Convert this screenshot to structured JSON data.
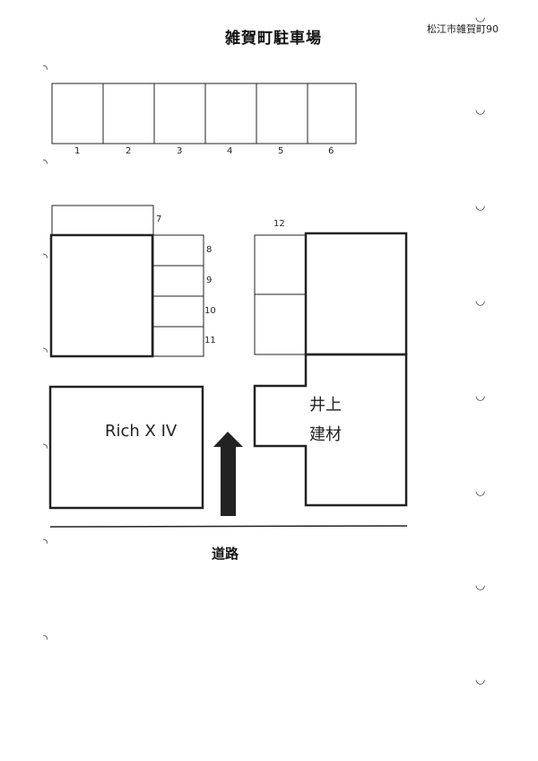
{
  "header": {
    "title": "雑賀町駐車場",
    "address": "松江市雑賀町90"
  },
  "row_top_slots": [
    "1",
    "2",
    "3",
    "4",
    "5",
    "6"
  ],
  "left_side_slots": [
    "7",
    "8",
    "9",
    "10",
    "11"
  ],
  "right_side_slots": [
    "12"
  ],
  "buildings": {
    "rich": "Rich X IV",
    "inoue_line1": "井上",
    "inoue_line2": "建材"
  },
  "road": {
    "label": "道路"
  },
  "icons": {
    "entry_arrow": "up-arrow-icon"
  }
}
